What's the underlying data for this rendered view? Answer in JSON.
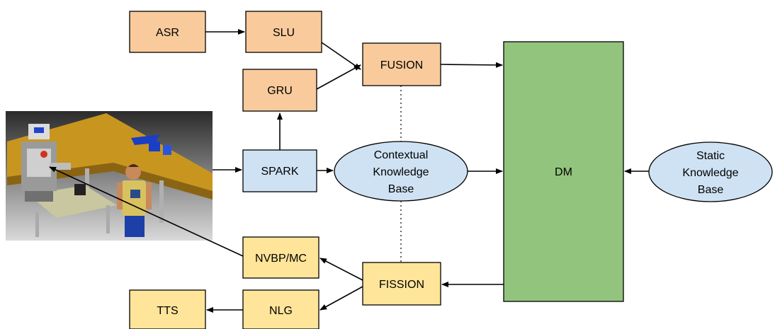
{
  "nodes": {
    "asr": "ASR",
    "slu": "SLU",
    "gru": "GRU",
    "fusion": "FUSION",
    "spark": "SPARK",
    "ckb": [
      "Contextual",
      "Knowledge",
      "Base"
    ],
    "dm": "DM",
    "skb": [
      "Static",
      "Knowledge",
      "Base"
    ],
    "nvbp": "NVBP/MC",
    "fission": "FISSION",
    "nlg": "NLG",
    "tts": "TTS"
  },
  "colors": {
    "orange": "#f9cb9c",
    "blue": "#cfe2f3",
    "yellow": "#ffe599",
    "green": "#93c47d",
    "stroke": "#000000"
  },
  "scene_icon": "robot-human-table-scene"
}
